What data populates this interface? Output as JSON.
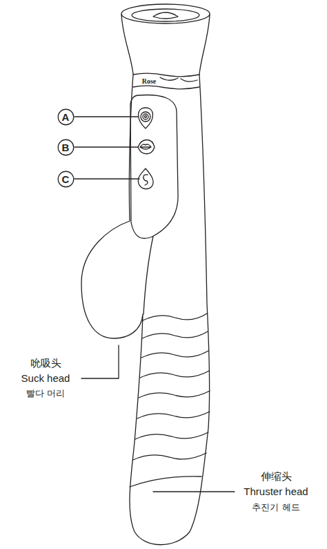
{
  "diagram": {
    "nodes": [
      {
        "text": [
          "A"
        ]
      },
      {
        "text": [
          "B"
        ]
      },
      {
        "text": [
          "C"
        ]
      }
    ],
    "labels": [
      "Rose",
      "吮吸头",
      "Suck head",
      "빨다 머리",
      "伸缩头",
      "Thruster head",
      "추진기 헤드"
    ]
  }
}
